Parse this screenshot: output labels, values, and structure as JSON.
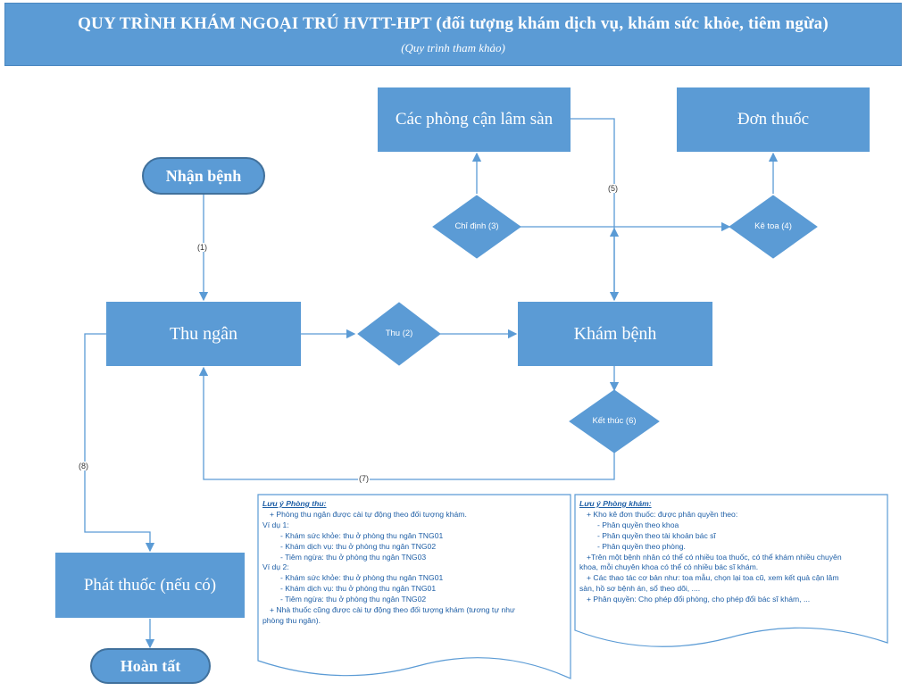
{
  "header": {
    "title": "QUY TRÌNH KHÁM NGOẠI TRÚ HVTT-HPT (đối tượng khám dịch vụ, khám sức khỏe, tiêm ngừa)",
    "subtitle": "(Quy trình tham khảo)"
  },
  "nodes": {
    "nhan_benh": "Nhận bệnh",
    "thu_ngan": "Thu ngân",
    "kham_benh": "Khám bệnh",
    "can_lam_san": "Các phòng cận lâm sàn",
    "don_thuoc": "Đơn thuốc",
    "phat_thuoc": "Phát thuốc (nếu có)",
    "hoan_tat": "Hoàn tất"
  },
  "decisions": {
    "thu": "Thu (2)",
    "chi_dinh": "Chỉ định (3)",
    "ke_toa": "Kê toa (4)",
    "ket_thuc": "Kết thúc (6)"
  },
  "edge_labels": {
    "e1": "(1)",
    "e5": "(5)",
    "e7": "(7)",
    "e8": "(8)"
  },
  "notes": {
    "left": {
      "title": "Lưu ý Phòng thu:",
      "lines": [
        {
          "text": "+ Phòng thu ngân được cài tự động theo đối tượng khám.",
          "level": 1
        },
        {
          "text": "Ví dụ 1:",
          "level": 0
        },
        {
          "text": "- Khám sức khỏe: thu ở phòng thu ngân TNG01",
          "level": 2
        },
        {
          "text": "- Khám dịch vụ:  thu ở phòng thu ngân TNG02",
          "level": 2
        },
        {
          "text": "- Tiêm ngừa: thu ở phòng thu ngân TNG03",
          "level": 2
        },
        {
          "text": "Ví dụ 2:",
          "level": 0
        },
        {
          "text": "- Khám sức khỏe: thu ở phòng thu ngân TNG01",
          "level": 2
        },
        {
          "text": "- Khám dịch vụ:  thu ở phòng thu ngân TNG01",
          "level": 2
        },
        {
          "text": "- Tiêm ngừa: thu ở phòng thu ngân TNG02",
          "level": 2
        },
        {
          "text": "+ Nhà thuốc cũng được cài tự động theo đối tượng khám (tương tự như",
          "level": 1
        },
        {
          "text": "phòng thu ngân).",
          "level": 0
        }
      ]
    },
    "right": {
      "title": "Lưu ý Phòng khám:",
      "lines": [
        {
          "text": "+ Kho kê đơn thuốc: được phân quyền theo:",
          "level": 1
        },
        {
          "text": "- Phân quyền theo khoa",
          "level": 2
        },
        {
          "text": "- Phân quyền theo tài khoản bác sĩ",
          "level": 2
        },
        {
          "text": "- Phân quyền theo phòng.",
          "level": 2
        },
        {
          "text": "+Trên một bệnh nhân có thể có nhiều toa thuốc, có thể khám nhiều chuyên",
          "level": 1
        },
        {
          "text": "khoa, mỗi chuyên khoa có thể có nhiều bác sĩ khám.",
          "level": 0
        },
        {
          "text": "+ Các thao tác cơ bản như: toa mẫu, chọn lại toa cũ, xem kết quả cận lâm",
          "level": 1
        },
        {
          "text": "sàn, hồ sơ bệnh án, sổ theo dõi, ....",
          "level": 0
        },
        {
          "text": "+ Phân quyền: Cho phép đổi phòng, cho phép đổi bác sĩ khám, ...",
          "level": 1
        }
      ]
    }
  },
  "colors": {
    "fill": "#5b9bd5",
    "line": "#5b9bd5",
    "note_text": "#1f5fa6"
  }
}
